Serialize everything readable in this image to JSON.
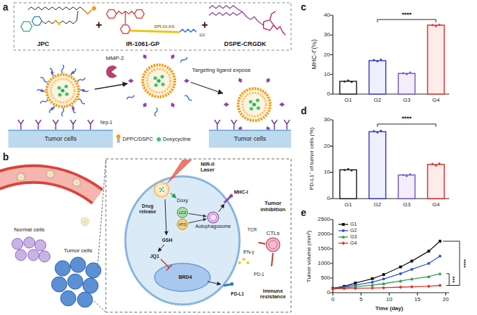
{
  "diagram": {
    "nodes": [
      {
        "text": [
          "Tumor cells"
        ]
      },
      {
        "text": [
          "Tumor cells"
        ]
      },
      {
        "text": [
          "LC3"
        ]
      },
      {
        "text": [
          "ATG"
        ]
      },
      {
        "text": [
          "Autophagosome"
        ]
      },
      {
        "text": [
          "CTLs"
        ]
      }
    ],
    "edges": [
      {
        "from": 2,
        "to": 4,
        "arrow": "to"
      },
      {
        "from": 3,
        "to": 4,
        "arrow": "to"
      }
    ],
    "labels": [
      "a",
      "JPC",
      "+",
      "IR-1061-GP",
      "GPLGLAG",
      "113",
      "+",
      "DSPE-CRGDK",
      "MMP-2",
      "Targeting ligand expose",
      "Nrp-1",
      "b",
      "Normal cells",
      "Tumor cells",
      "NIR-II Laser",
      "Drug release",
      "Doxy",
      "GSH",
      "JQ1",
      "BRD4",
      "MHC-I",
      "Tumor inhibition",
      "TCR",
      "IFN-γ",
      "PD-1",
      "PD-L1",
      "Immune resistance",
      "c",
      "0",
      "10",
      "20",
      "30",
      "40",
      "MHC-I⁺(%)",
      "G1",
      "G2",
      "G3",
      "G4",
      "****",
      "d",
      "0",
      "10",
      "20",
      "30",
      "PD-L1⁺ of tumor cells (%)",
      "G1",
      "G2",
      "G3",
      "G4",
      "****",
      "e",
      "0",
      "500",
      "1000",
      "1500",
      "2000",
      "2500",
      "0",
      "5",
      "10",
      "15",
      "20",
      "Time (day)",
      "Tumor volume (mm³)",
      "***",
      "****"
    ],
    "legend": [
      {
        "text": "DPPC/DSPC"
      },
      {
        "text": "Doxycycline"
      },
      {
        "text": "G1"
      },
      {
        "text": "G2"
      },
      {
        "text": "G3"
      },
      {
        "text": "G4"
      }
    ]
  }
}
